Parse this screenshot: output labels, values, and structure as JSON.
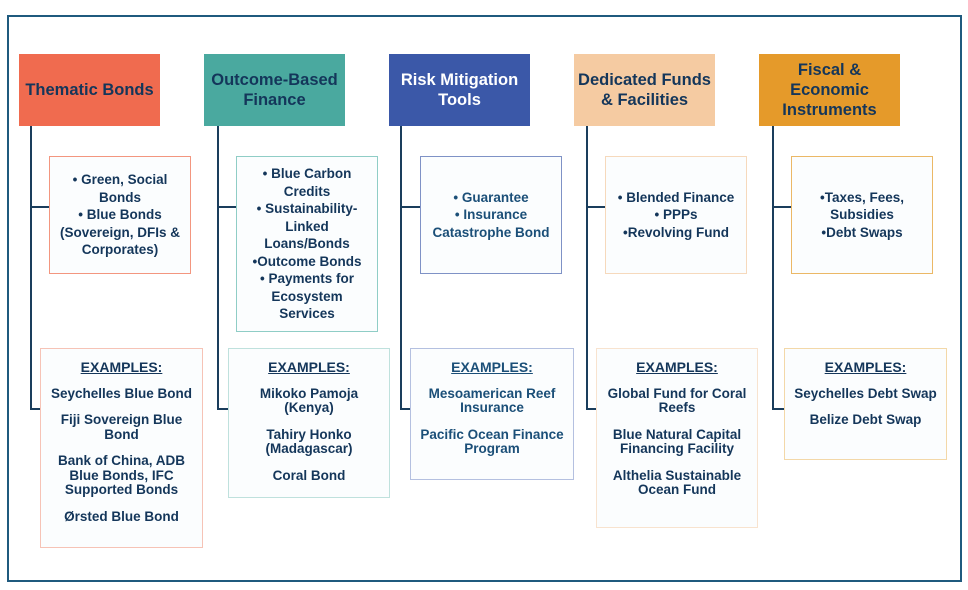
{
  "colors": {
    "frame": "#1f5a7e",
    "text_dark": "#14365a",
    "connector": "#1a3d5c"
  },
  "columns": [
    {
      "header": "Thematic Bonds",
      "header_color": "#f06b4f",
      "header_text_color": "#14365a",
      "border_color": "#f3967f",
      "examples_border_color": "#f6c3b6",
      "instruments": [
        "• Green, Social Bonds",
        "• Blue Bonds (Sovereign, DFIs & Corporates)"
      ],
      "examples_title": "EXAMPLES:",
      "examples": [
        "Seychelles Blue Bond",
        "Fiji Sovereign Blue Bond",
        "Bank of China, ADB Blue Bonds, IFC Supported Bonds",
        "Ørsted Blue Bond"
      ]
    },
    {
      "header": "Outcome-Based Finance",
      "header_color": "#4aa99f",
      "header_text_color": "#14365a",
      "border_color": "#8fcdc6",
      "examples_border_color": "#bfe1dd",
      "instruments": [
        "• Blue Carbon Credits",
        "• Sustainability-Linked Loans/Bonds",
        "•Outcome Bonds",
        "• Payments for Ecosystem Services"
      ],
      "examples_title": "EXAMPLES:",
      "examples": [
        "Mikoko Pamoja (Kenya)",
        "Tahiry Honko (Madagascar)",
        "Coral Bond"
      ]
    },
    {
      "header": "Risk Mitigation Tools",
      "header_color": "#3b58a8",
      "header_text_color": "#ffffff",
      "border_color": "#7f92c6",
      "examples_border_color": "#b4c0e0",
      "text_color": "#1b4f78",
      "instruments": [
        "• Guarantee",
        "• Insurance Catastrophe Bond"
      ],
      "examples_title": "EXAMPLES:",
      "examples": [
        "Mesoamerican Reef Insurance",
        "Pacific Ocean Finance Program"
      ]
    },
    {
      "header": "Dedicated Funds & Facilities",
      "header_color": "#f5cba2",
      "header_text_color": "#14365a",
      "border_color": "#f6d9bc",
      "examples_border_color": "#f8e3cf",
      "instruments": [
        "• Blended Finance",
        "• PPPs",
        "•Revolving Fund"
      ],
      "examples_title": "EXAMPLES:",
      "examples": [
        "Global Fund for Coral Reefs",
        "Blue Natural Capital Financing Facility",
        "Althelia Sustainable Ocean Fund"
      ]
    },
    {
      "header": "Fiscal & Economic Instruments",
      "header_color": "#e59a2a",
      "header_text_color": "#14365a",
      "border_color": "#ebb866",
      "examples_border_color": "#f3d8a8",
      "instruments": [
        "•Taxes, Fees, Subsidies",
        "•Debt Swaps"
      ],
      "examples_title": "EXAMPLES:",
      "examples": [
        "Seychelles Debt Swap",
        "Belize Debt Swap"
      ]
    }
  ]
}
